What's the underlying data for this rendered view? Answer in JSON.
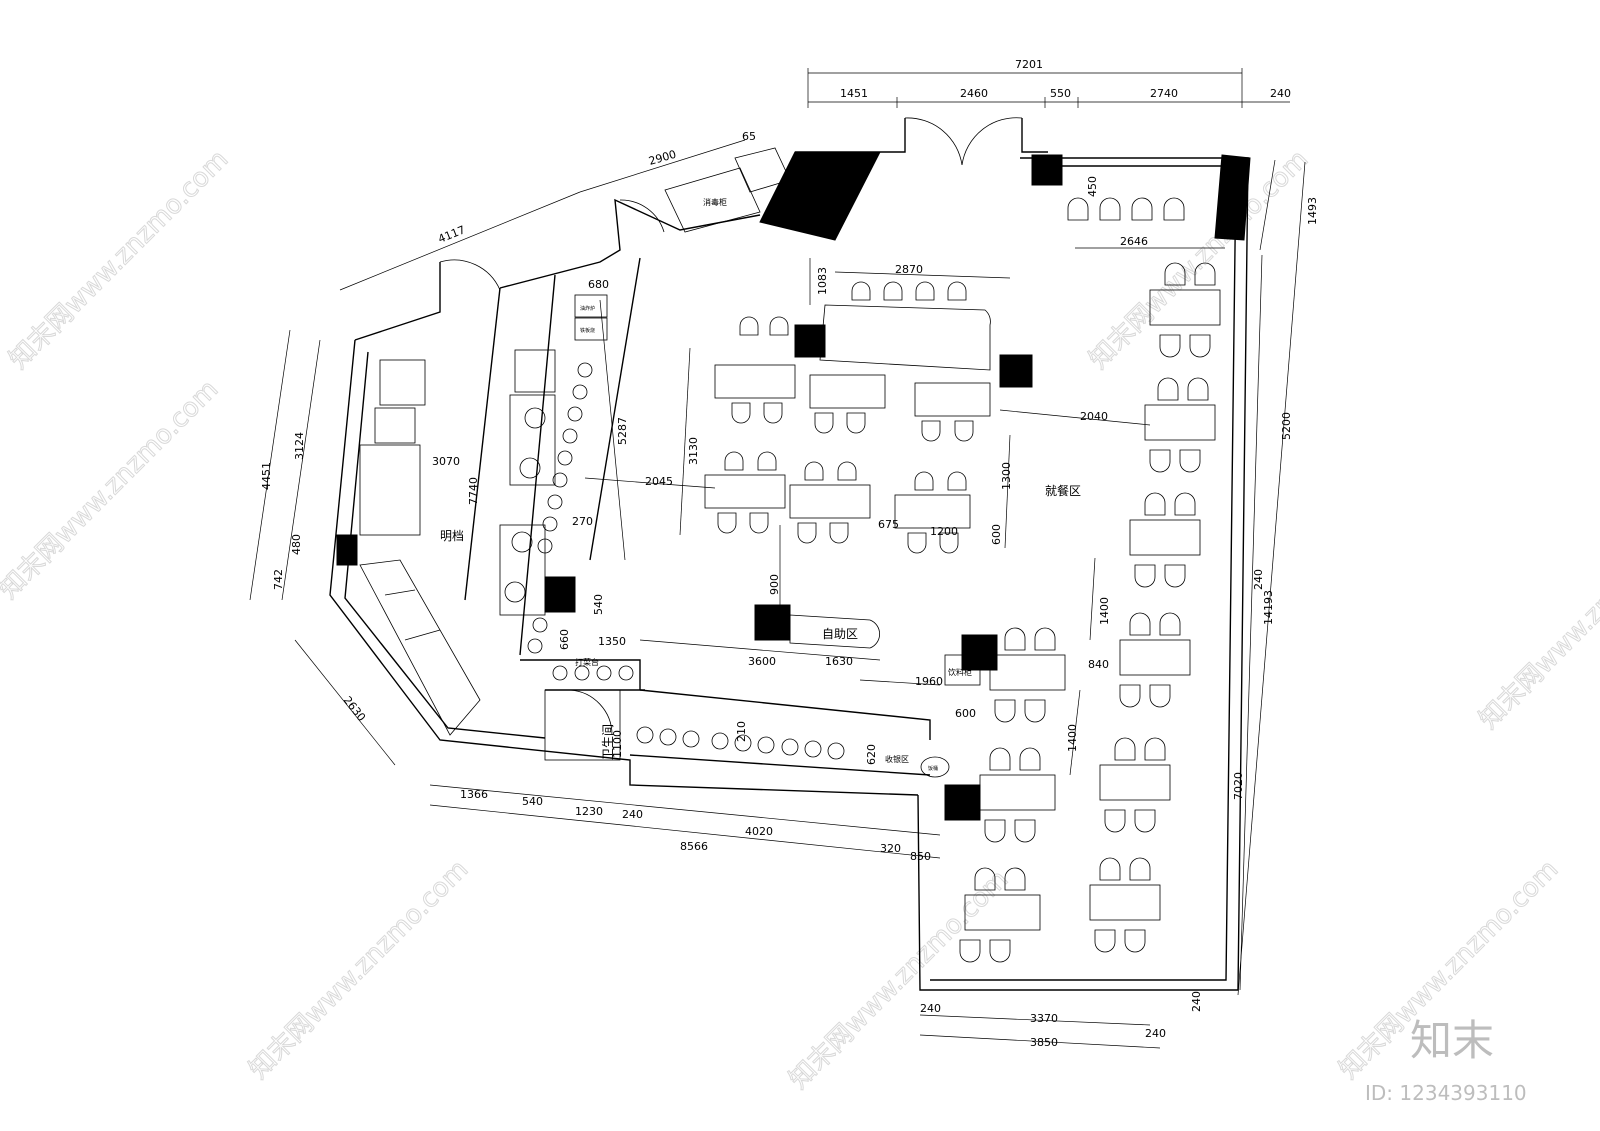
{
  "zones": {
    "dining": "就餐区",
    "buffet": "自助区",
    "bright_stall": "明档",
    "restroom": "卫生间",
    "cashier": "收银区",
    "drinks": "饮料柜",
    "packing": "打菜台",
    "disinfect": "消毒柜",
    "fryer": "油炸炉",
    "griddle": "铁板烧",
    "rice": "饭桶"
  },
  "dimensions": {
    "d7201": "7201",
    "d1451": "1451",
    "d2460": "2460",
    "d550": "550",
    "d2740": "2740",
    "d240a": "240",
    "d65": "65",
    "d2900": "2900",
    "d4117": "4117",
    "d1493": "1493",
    "d450": "450",
    "d2646": "2646",
    "d1083": "1083",
    "d2870": "2870",
    "d680": "680",
    "d5200": "5200",
    "d2040": "2040",
    "d3124": "3124",
    "d4451": "4451",
    "d3070": "3070",
    "d3130": "3130",
    "d7740": "7740",
    "d5287": "5287",
    "d2045": "2045",
    "d270": "270",
    "d1300": "1300",
    "d675": "675",
    "d1200": "1200",
    "d600a": "600",
    "d480": "480",
    "d742": "742",
    "d900": "900",
    "d540a": "540",
    "d1400a": "1400",
    "d240b": "240",
    "d14193": "14193",
    "d660": "660",
    "d1350": "1350",
    "d3600": "3600",
    "d1630": "1630",
    "d1960": "1960",
    "d840": "840",
    "d600b": "600",
    "d2630": "2630",
    "d210": "210",
    "d1100": "1100",
    "d620": "620",
    "d1400b": "1400",
    "d7020": "7020",
    "d1366": "1366",
    "d540b": "540",
    "d1230": "1230",
    "d240c": "240",
    "d4020": "4020",
    "d8566": "8566",
    "d320": "320",
    "d850": "850",
    "d240d": "240",
    "d3370": "3370",
    "d240e": "240",
    "d3850": "3850",
    "d240f": "240"
  },
  "watermark": {
    "site": "知末网www.znzmo.com",
    "logo": "知末",
    "id": "ID: 1234393110"
  }
}
